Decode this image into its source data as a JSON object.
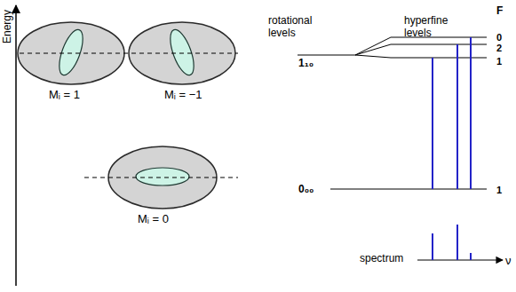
{
  "diagram": {
    "nodes": [
      {
        "text": [
          "Mᵢ = 1"
        ]
      },
      {
        "text": [
          "Mᵢ = −1"
        ]
      },
      {
        "text": [
          "Mᵢ = 0"
        ]
      }
    ],
    "labels": [
      "Energy",
      "rotational levels",
      "hyperfine levels",
      "F",
      "0",
      "2",
      "1",
      "1₁₀",
      "0₀₀",
      "1",
      "spectrum",
      "ν"
    ]
  }
}
